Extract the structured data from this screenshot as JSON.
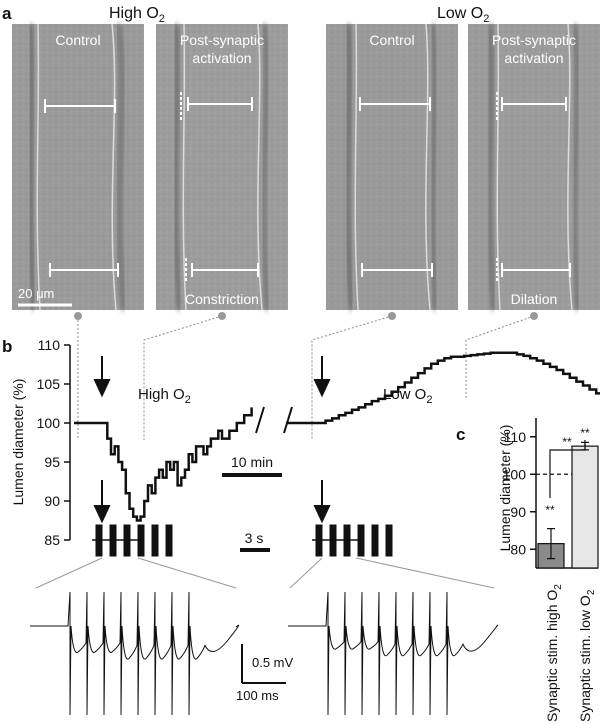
{
  "panel_labels": {
    "a": "a",
    "b": "b",
    "c": "c"
  },
  "panel_a": {
    "conditions": [
      {
        "label": "High O",
        "sub": "2"
      },
      {
        "label": "Low O",
        "sub": "2"
      }
    ],
    "images": [
      {
        "title": "Control",
        "title2": "",
        "bottom": "20 μm"
      },
      {
        "title": "Post-synaptic",
        "title2": "activation",
        "bottom": "Constriction"
      },
      {
        "title": "Control",
        "title2": "",
        "bottom": ""
      },
      {
        "title": "Post-synaptic",
        "title2": "activation",
        "bottom": "Dilation"
      }
    ]
  },
  "panel_b": {
    "ylabel": "Lumen diameter (%)",
    "yticks": [
      "85",
      "90",
      "95",
      "100",
      "105",
      "110"
    ],
    "scale_time": "10 min",
    "scale_stim": "3 s",
    "scale_volt": "0.5 mV",
    "scale_ms": "100 ms",
    "label_high": "High O",
    "label_low": "Low O",
    "label_sub": "2"
  },
  "chart_data": [
    {
      "type": "line",
      "title": "",
      "xlabel": "",
      "ylabel": "Lumen diameter (%)",
      "ylim": [
        85,
        110
      ],
      "series": [
        {
          "name": "High O2",
          "x": [
            0,
            1,
            2,
            3,
            4,
            4.5,
            5,
            5.5,
            6,
            6.5,
            7,
            7.5,
            8,
            8.5,
            9,
            9.5,
            10,
            10.5,
            11,
            11.5,
            12,
            12.5,
            13,
            13.5,
            14,
            14.5,
            15,
            15.5,
            16,
            16.5,
            17,
            17.5,
            18,
            18.5,
            19,
            19.5,
            20,
            21,
            22,
            23,
            24
          ],
          "y": [
            100,
            100,
            100,
            100,
            100,
            98,
            96,
            97,
            95,
            94,
            91,
            89,
            88,
            87.5,
            88,
            90,
            92,
            91,
            93,
            94,
            93,
            95,
            94,
            95,
            92,
            93,
            94,
            96,
            95,
            97,
            97,
            96,
            97,
            98,
            98,
            99,
            98,
            99,
            100,
            101,
            102
          ]
        },
        {
          "name": "Low O2",
          "x": [
            0,
            1,
            2,
            3,
            4,
            5,
            6,
            7,
            8,
            9,
            10,
            11,
            12,
            13,
            14,
            15,
            16,
            17,
            18,
            19,
            20,
            21,
            22,
            23,
            24,
            25,
            26,
            27,
            28,
            29,
            30,
            31,
            32,
            33,
            34,
            35,
            36,
            37,
            38,
            39,
            40,
            41,
            42,
            43,
            44,
            45,
            46,
            47,
            48
          ],
          "y": [
            100,
            100,
            100,
            100,
            100,
            100,
            100.3,
            100.6,
            101,
            101.3,
            101.7,
            102,
            102.4,
            102.8,
            103.1,
            103.5,
            104,
            104.6,
            105.2,
            105.8,
            106.4,
            107,
            107.6,
            108,
            108.3,
            108.5,
            108.5,
            108.6,
            108.7,
            108.8,
            108.9,
            109,
            109,
            109,
            109,
            108.8,
            108.6,
            108.3,
            108,
            107.6,
            107.2,
            106.8,
            106.3,
            105.8,
            105.3,
            104.8,
            104.3,
            103.8,
            103.5
          ]
        }
      ]
    },
    {
      "type": "bar",
      "title": "",
      "xlabel": "",
      "ylabel": "Lumen diameter (%)",
      "ylim": [
        75,
        115
      ],
      "yticks": [
        "80",
        "90",
        "100",
        "110"
      ],
      "categories": [
        "Synaptic stim. high O",
        "Synaptic stim. low O"
      ],
      "cat_sub": "2",
      "values": [
        81.5,
        107.5
      ],
      "errors": [
        4,
        1
      ],
      "colors": [
        "#8a8a8a",
        "#e6e6e6"
      ],
      "significance": [
        "**",
        "**",
        "**"
      ],
      "reference_line": 100
    }
  ]
}
